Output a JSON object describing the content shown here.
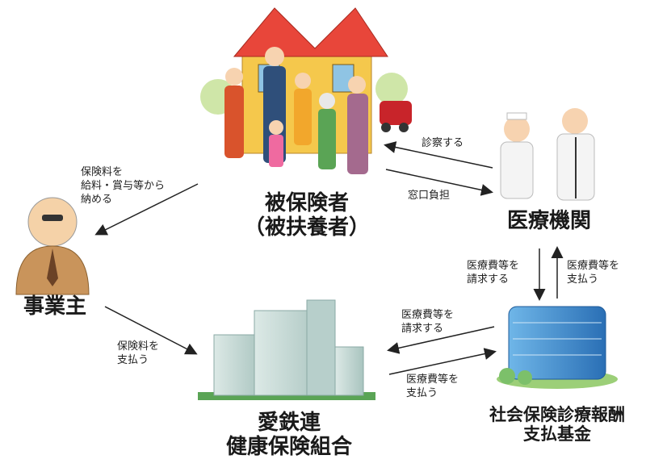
{
  "nodes": {
    "insured_line1": "被保険者",
    "insured_line2": "（被扶養者）",
    "medical": "医療機関",
    "employer": "事業主",
    "union_line1": "愛鉄連",
    "union_line2": "健康保険組合",
    "fund_line1": "社会保険診療報酬",
    "fund_line2": "支払基金"
  },
  "edges": {
    "employer_pays_line1": "保険料を",
    "employer_pays_line2": "支払う",
    "deduct_line1": "保険料を",
    "deduct_line2": "給料・賞与等から",
    "deduct_line3": "納める",
    "diagnose": "診察する",
    "copay": "窓口負担",
    "med_request_line1": "医療費等を",
    "med_request_line2": "請求する",
    "fund_pay_med_line1": "医療費等を",
    "fund_pay_med_line2": "支払う",
    "fund_request_line1": "医療費等を",
    "fund_request_line2": "請求する",
    "union_pay_line1": "医療費等を",
    "union_pay_line2": "支払う"
  }
}
